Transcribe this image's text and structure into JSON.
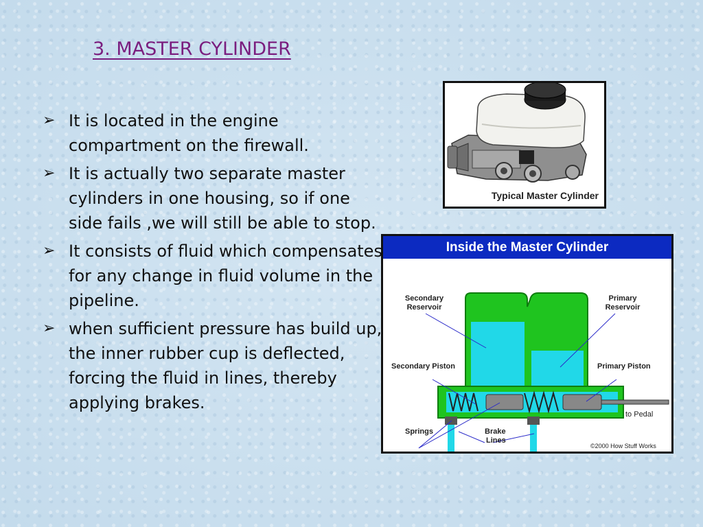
{
  "slide": {
    "title": "3. MASTER CYLINDER",
    "bullets": [
      "It is located in the engine compartment on the firewall.",
      "It is actually two separate master cylinders in one housing, so if one side fails ,we will still be able to stop.",
      "It consists of fluid which compensates for any change in fluid volume in the pipeline.",
      "when sufficient pressure has build up, the inner rubber cup is deflected, forcing the fluid in lines, thereby applying brakes."
    ],
    "bullet_icon": "arrow-bullet-icon"
  },
  "photo": {
    "caption": "Typical Master Cylinder"
  },
  "diagram": {
    "header": "Inside the Master Cylinder",
    "labels": {
      "secondary_reservoir_1": "Secondary",
      "secondary_reservoir_2": "Reservoir",
      "primary_reservoir_1": "Primary",
      "primary_reservoir_2": "Reservoir",
      "secondary_piston": "Secondary Piston",
      "primary_piston": "Primary Piston",
      "to_pedal": "to Pedal",
      "springs": "Springs",
      "brake_lines_1": "Brake",
      "brake_lines_2": "Lines",
      "copyright": "©2000 How Stuff Works"
    },
    "colors": {
      "header": "#0c2ac1",
      "housing": "#1fc41f",
      "fluid": "#21d8e8"
    }
  }
}
